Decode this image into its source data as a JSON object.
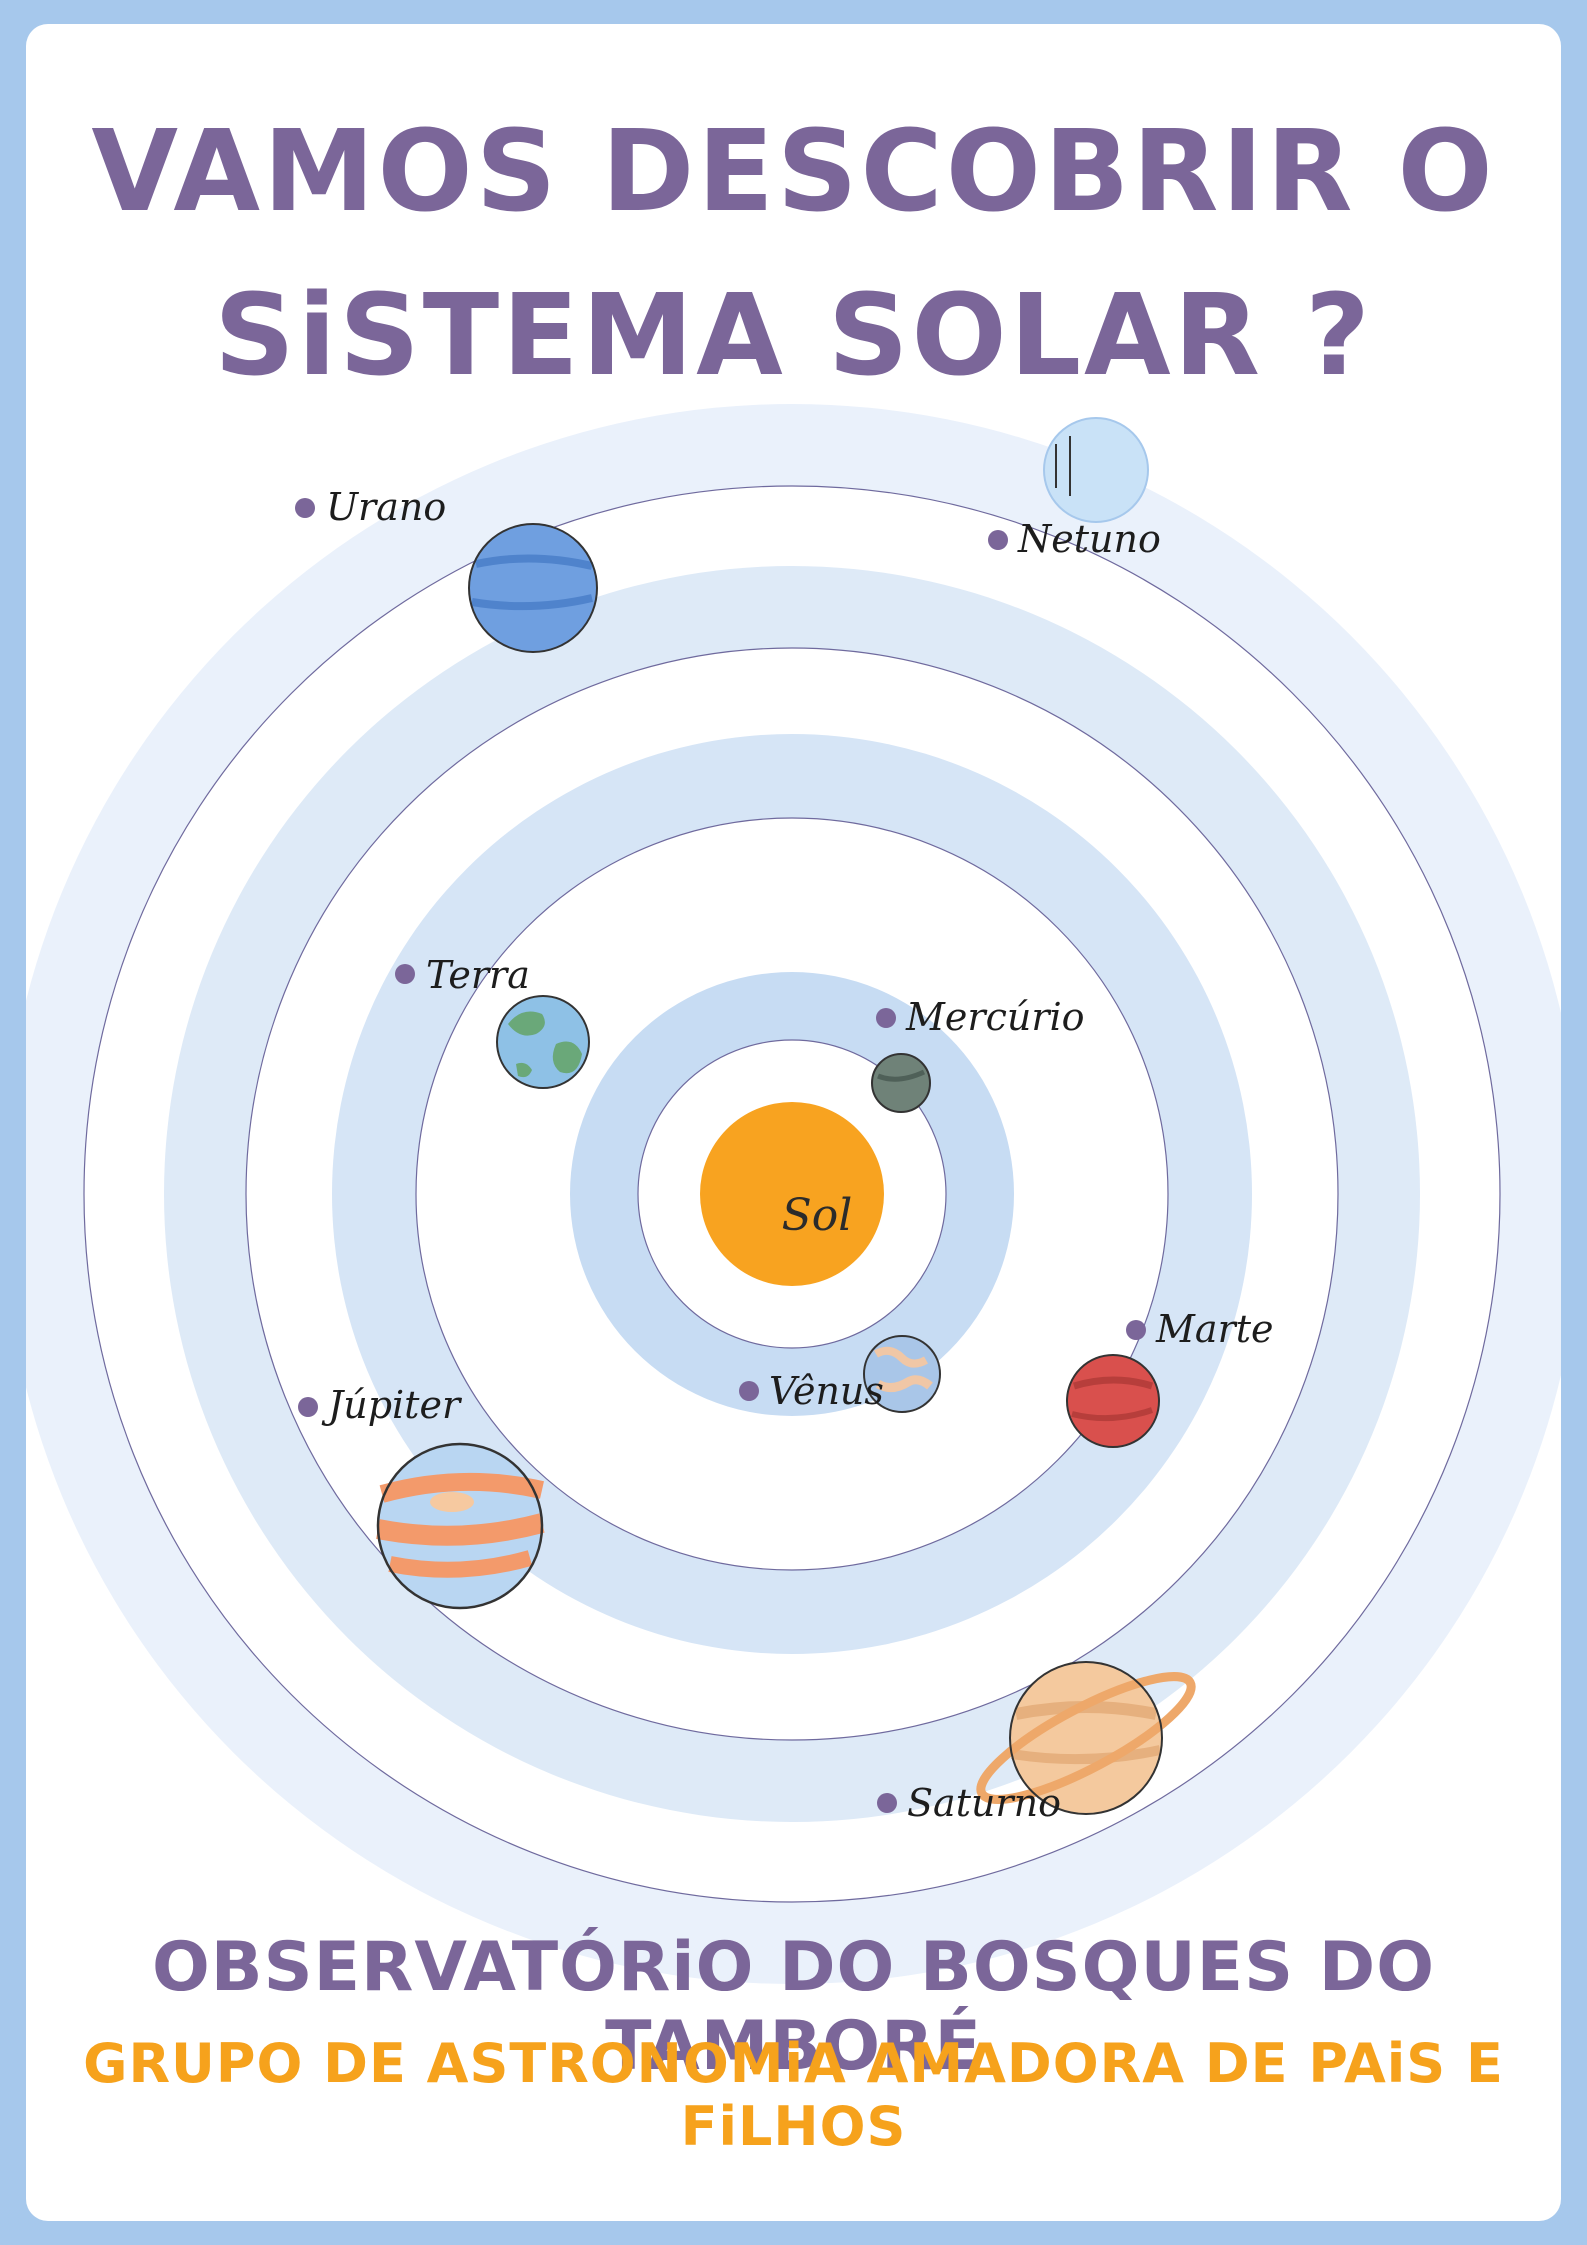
{
  "poster": {
    "title_line1": "VAMOS DESCOBRIR O",
    "title_line2": "SiSTEMA SOLAR ?",
    "sun_label": "Sol",
    "planets": {
      "mercury": "Mercúrio",
      "venus": "Vênus",
      "earth": "Terra",
      "mars": "Marte",
      "jupiter": "Júpiter",
      "saturn": "Saturno",
      "uranus": "Urano",
      "neptune": "Netuno"
    },
    "footer_line1": "OBSERVATÓRiO DO BOSQUES DO TAMBORÉ",
    "footer_line2": "GRUPO DE ASTRONOMiA AMADORA DE PAiS E FiLHOS"
  },
  "colors": {
    "background": "#a6c8ec",
    "title": "#7b6699",
    "footer_accent": "#f6a21c",
    "sun": "#f8a320",
    "label_dot": "#7b6699"
  },
  "icons": [
    "sun-icon",
    "mercury-icon",
    "venus-icon",
    "earth-icon",
    "mars-icon",
    "jupiter-icon",
    "saturn-icon",
    "uranus-icon",
    "neptune-icon"
  ]
}
